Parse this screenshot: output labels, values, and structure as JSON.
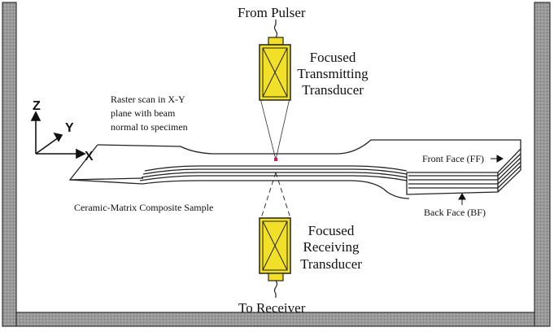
{
  "labels": {
    "from_pulser": "From Pulser",
    "transmitting": [
      "Focused",
      "Transmitting",
      "Transducer"
    ],
    "receiving": [
      "Focused",
      "Receiving",
      "Transducer"
    ],
    "to_receiver": "To Receiver",
    "raster": [
      "Raster scan in X-Y",
      "plane with beam",
      "normal to specimen"
    ],
    "front_face": "Front Face (FF)",
    "back_face": "Back Face (BF)",
    "sample": "Ceramic-Matrix Composite Sample"
  },
  "axes": {
    "z": "Z",
    "y": "Y",
    "x": "X"
  },
  "colors": {
    "transducer_fill": "#f2e028",
    "tank_wall": "#8c8c8c",
    "outline": "#222222",
    "focus_point": "#cc1a5a"
  }
}
